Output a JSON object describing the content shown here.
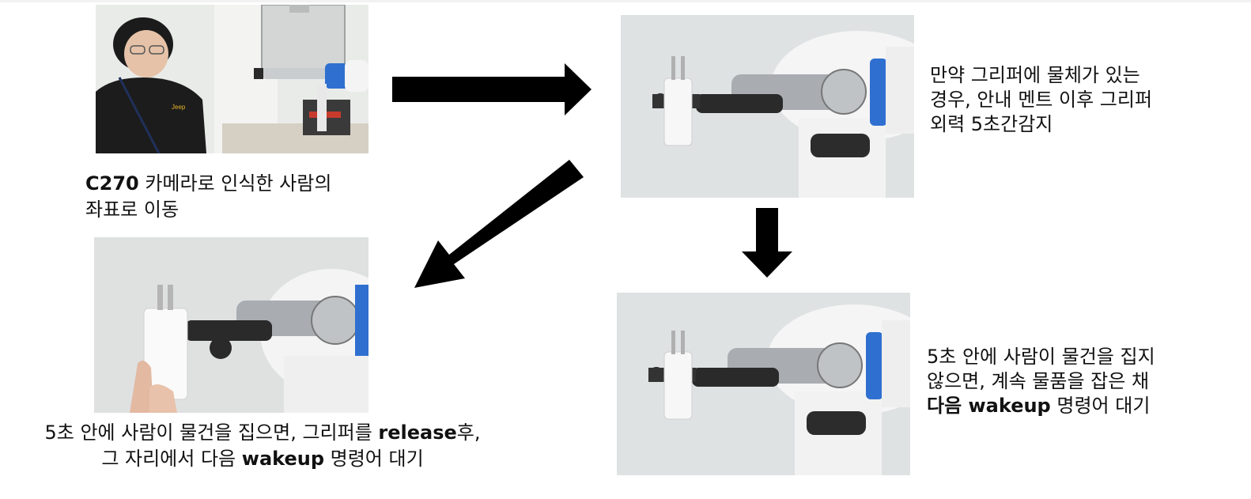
{
  "photos": {
    "person": {
      "alt": "person-camera-photo"
    },
    "gripper_holding": {
      "alt": "gripper-holding-object-photo"
    },
    "gripper_waiting": {
      "alt": "gripper-still-holding-photo"
    },
    "hand_taking": {
      "alt": "hand-taking-object-photo"
    }
  },
  "captions": {
    "step1": {
      "bold": "C270",
      "line1_rest": " 카메라로 인식한 사람의",
      "line2": "좌표로 이동"
    },
    "step2": {
      "line1": "만약 그리퍼에 물체가 있는",
      "line2": "경우, 안내 멘트 이후 그리퍼",
      "line3": "외력 5초간감지"
    },
    "step3a": {
      "line1": "5초 안에 사람이 물건을 집지",
      "line2": "않으면, 계속 물품을 잡은 채",
      "line3_bold": "다음 wakeup",
      "line3_rest": " 명령어 대기"
    },
    "step3b": {
      "line1_pre": "5초 안에 사람이 물건을 집으면, 그리퍼를 ",
      "line1_bold": "release",
      "line1_post": "후,",
      "line2_pre": "그 자리에서 다음 ",
      "line2_bold": "wakeup",
      "line2_post": " 명령어 대기"
    }
  },
  "colors": {
    "arrow": "#000000",
    "robot_white": "#f4f4f4",
    "robot_metal": "#a8acb0",
    "robot_dark": "#2a2a2a",
    "robot_blue": "#2f6fd0",
    "wall": "#dcdfe0"
  }
}
